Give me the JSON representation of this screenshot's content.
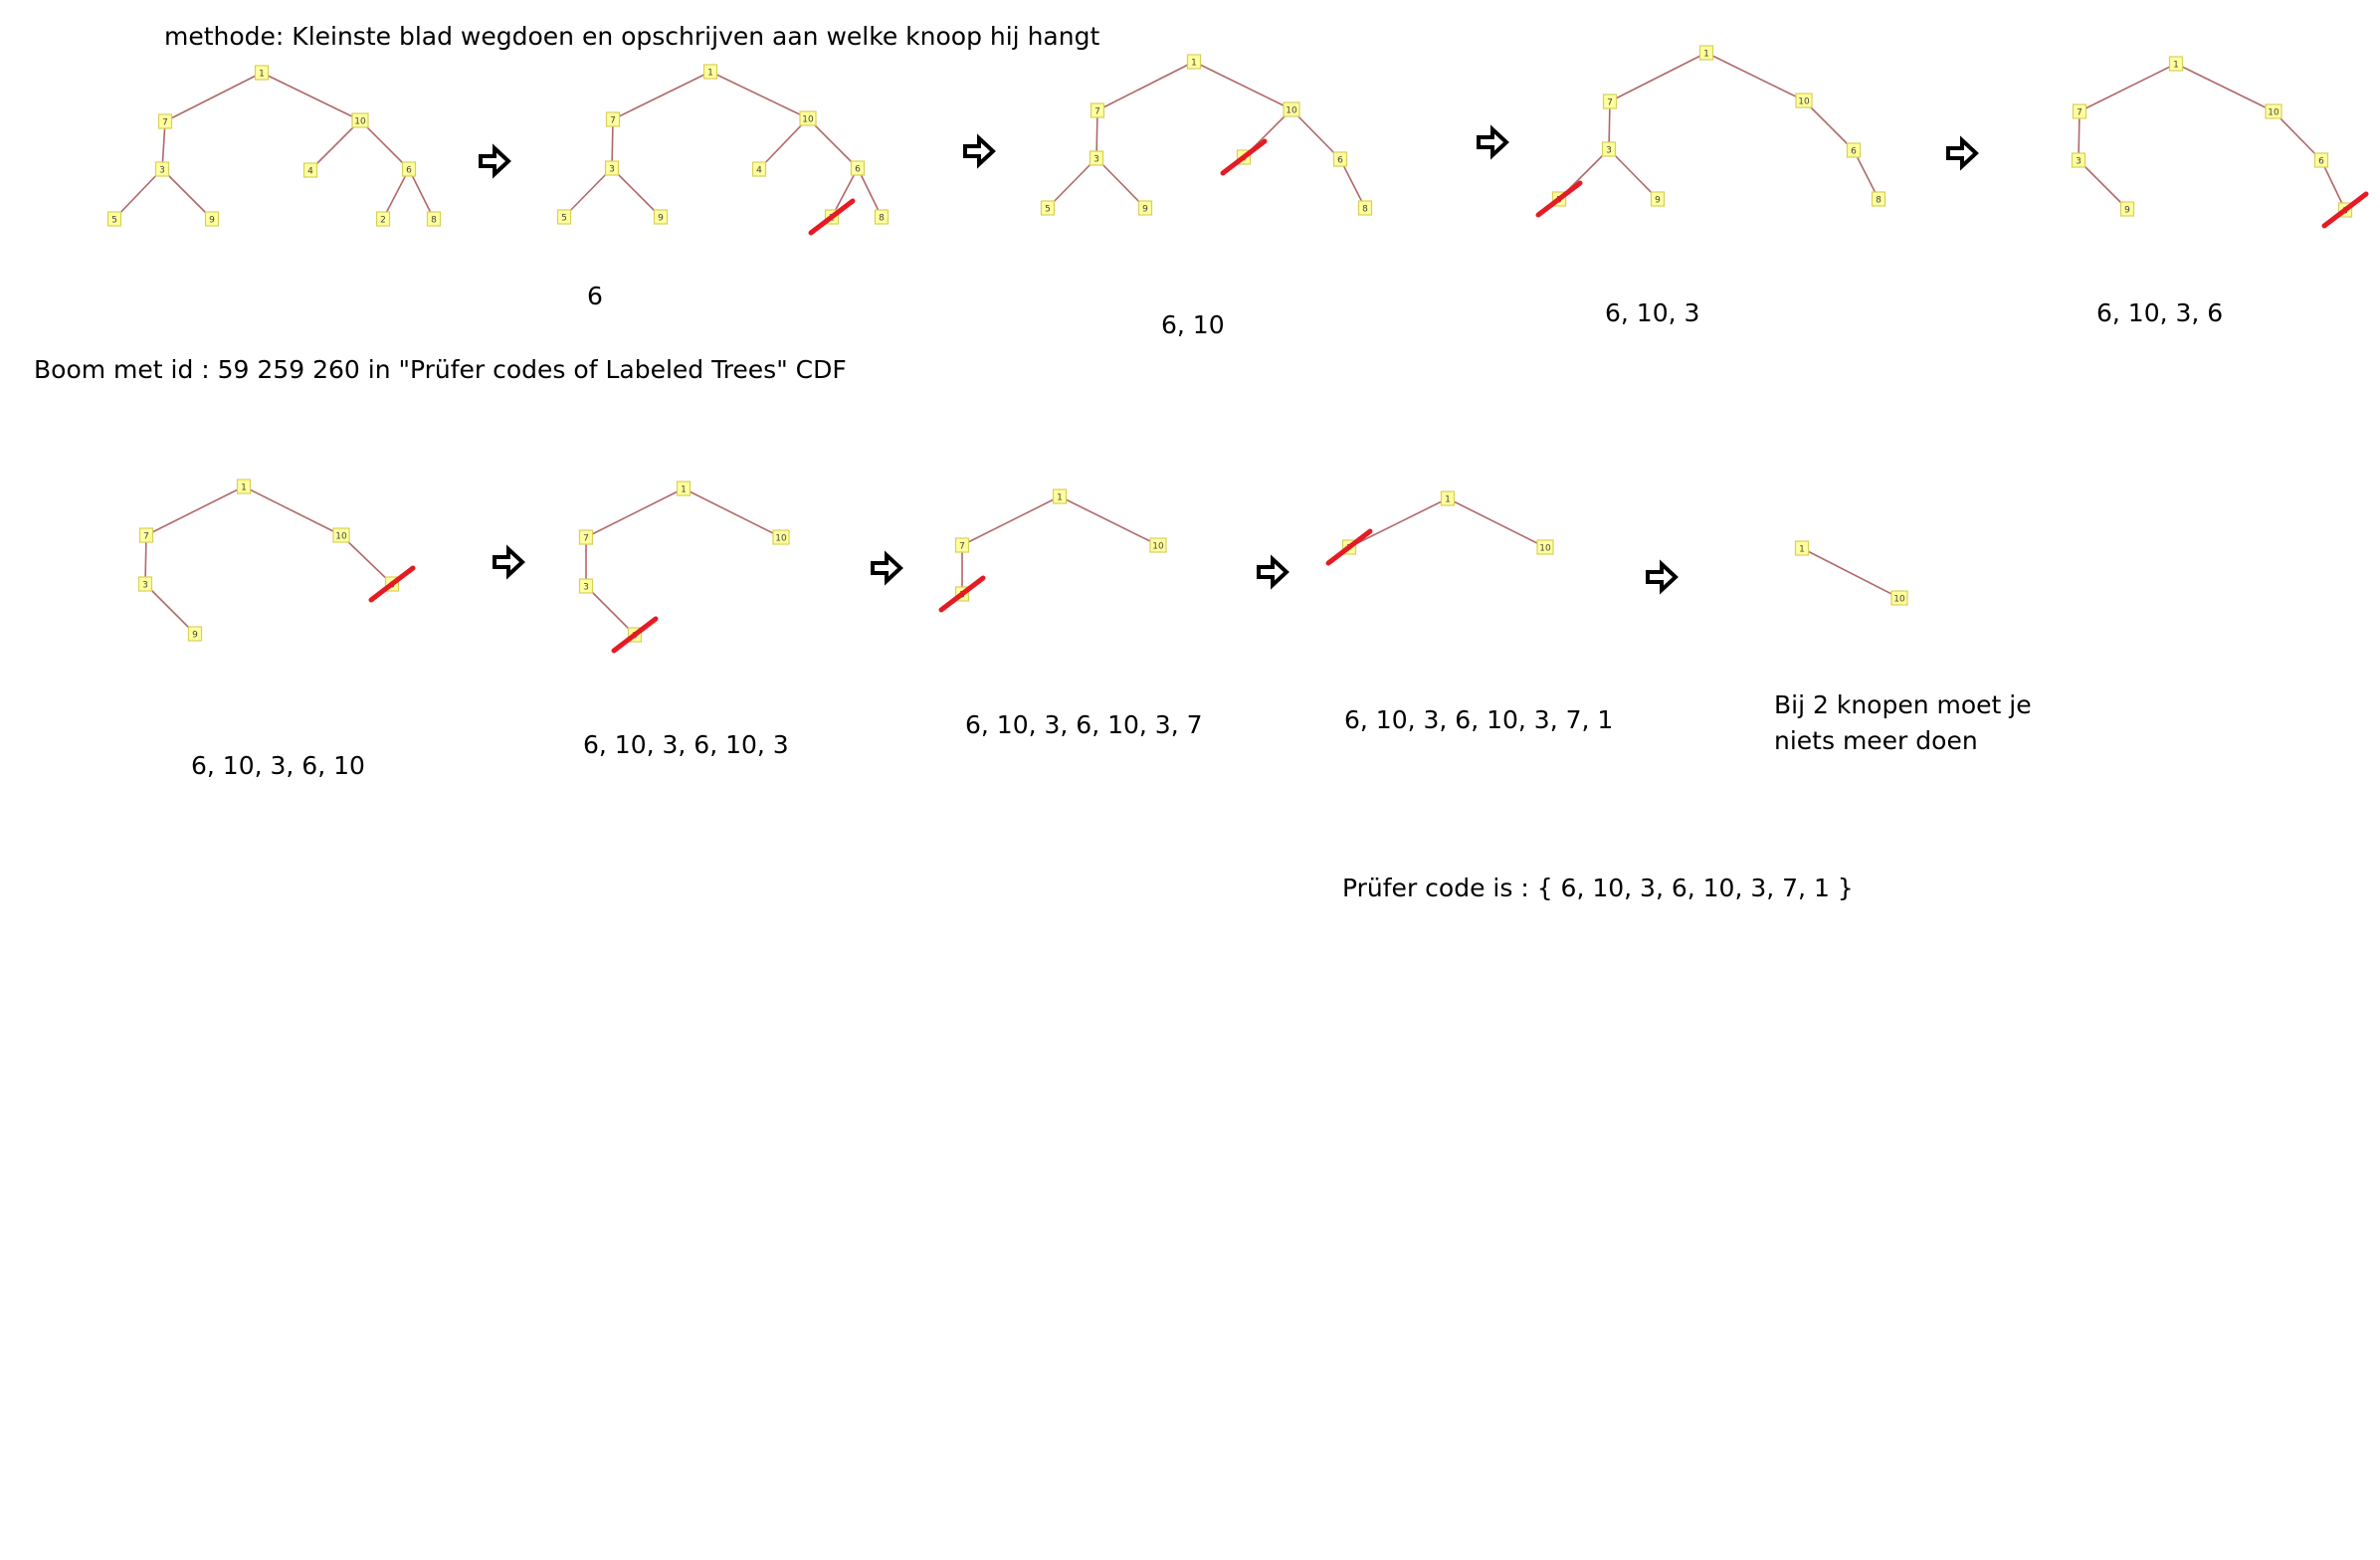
{
  "heading": "methode: Kleinste blad wegdoen en opschrijven aan welke knoop hij hangt",
  "source_note": "Boom met id : 59 259 260 in \"Prüfer codes of Labeled Trees\" CDF",
  "step_codes": [
    "6",
    "6, 10",
    "6, 10, 3",
    "6, 10, 3, 6",
    "6, 10, 3, 6, 10",
    "6, 10, 3, 6, 10, 3",
    "6, 10, 3, 6, 10, 3, 7",
    "6, 10, 3, 6, 10, 3, 7, 1"
  ],
  "final_note_line1": "Bij 2 knopen moet je",
  "final_note_line2": "niets meer doen",
  "result": "Prüfer code is : { 6, 10, 3, 6, 10, 3, 7, 1 }",
  "colors": {
    "node_fill": "#ffff9c",
    "node_border": "#d8cf5c",
    "edge": "#b06868",
    "strike": "#e51b24"
  },
  "trees": [
    {
      "nodes": [
        "1",
        "7",
        "10",
        "3",
        "4",
        "6",
        "5",
        "9",
        "2",
        "8"
      ],
      "edges": [
        [
          "1",
          "7"
        ],
        [
          "1",
          "10"
        ],
        [
          "7",
          "3"
        ],
        [
          "3",
          "5"
        ],
        [
          "3",
          "9"
        ],
        [
          "10",
          "4"
        ],
        [
          "10",
          "6"
        ],
        [
          "6",
          "2"
        ],
        [
          "6",
          "8"
        ]
      ],
      "removed": null
    },
    {
      "nodes": [
        "1",
        "7",
        "10",
        "3",
        "4",
        "6",
        "5",
        "9",
        "2",
        "8"
      ],
      "edges": [
        [
          "1",
          "7"
        ],
        [
          "1",
          "10"
        ],
        [
          "7",
          "3"
        ],
        [
          "3",
          "5"
        ],
        [
          "3",
          "9"
        ],
        [
          "10",
          "4"
        ],
        [
          "10",
          "6"
        ],
        [
          "6",
          "2"
        ],
        [
          "6",
          "8"
        ]
      ],
      "removed": "2"
    },
    {
      "nodes": [
        "1",
        "7",
        "10",
        "3",
        "4",
        "6",
        "5",
        "9",
        "8"
      ],
      "edges": [
        [
          "1",
          "7"
        ],
        [
          "1",
          "10"
        ],
        [
          "7",
          "3"
        ],
        [
          "3",
          "5"
        ],
        [
          "3",
          "9"
        ],
        [
          "10",
          "4"
        ],
        [
          "10",
          "6"
        ],
        [
          "6",
          "8"
        ]
      ],
      "removed": "4"
    },
    {
      "nodes": [
        "1",
        "7",
        "10",
        "3",
        "6",
        "5",
        "9",
        "8"
      ],
      "edges": [
        [
          "1",
          "7"
        ],
        [
          "1",
          "10"
        ],
        [
          "7",
          "3"
        ],
        [
          "3",
          "5"
        ],
        [
          "3",
          "9"
        ],
        [
          "10",
          "6"
        ],
        [
          "6",
          "8"
        ]
      ],
      "removed": "5"
    },
    {
      "nodes": [
        "1",
        "7",
        "10",
        "3",
        "6",
        "9",
        "8"
      ],
      "edges": [
        [
          "1",
          "7"
        ],
        [
          "1",
          "10"
        ],
        [
          "7",
          "3"
        ],
        [
          "3",
          "9"
        ],
        [
          "10",
          "6"
        ],
        [
          "6",
          "8"
        ]
      ],
      "removed": "8"
    },
    {
      "nodes": [
        "1",
        "7",
        "10",
        "3",
        "6",
        "9"
      ],
      "edges": [
        [
          "1",
          "7"
        ],
        [
          "1",
          "10"
        ],
        [
          "7",
          "3"
        ],
        [
          "3",
          "9"
        ],
        [
          "10",
          "6"
        ]
      ],
      "removed": "6"
    },
    {
      "nodes": [
        "1",
        "7",
        "10",
        "3",
        "9"
      ],
      "edges": [
        [
          "1",
          "7"
        ],
        [
          "1",
          "10"
        ],
        [
          "7",
          "3"
        ],
        [
          "3",
          "9"
        ]
      ],
      "removed": "9"
    },
    {
      "nodes": [
        "1",
        "7",
        "10",
        "3"
      ],
      "edges": [
        [
          "1",
          "7"
        ],
        [
          "1",
          "10"
        ],
        [
          "7",
          "3"
        ]
      ],
      "removed": "3"
    },
    {
      "nodes": [
        "1",
        "7",
        "10"
      ],
      "edges": [
        [
          "1",
          "7"
        ],
        [
          "1",
          "10"
        ]
      ],
      "removed": "7"
    },
    {
      "nodes": [
        "1",
        "10"
      ],
      "edges": [
        [
          "1",
          "10"
        ]
      ],
      "removed": null
    }
  ]
}
